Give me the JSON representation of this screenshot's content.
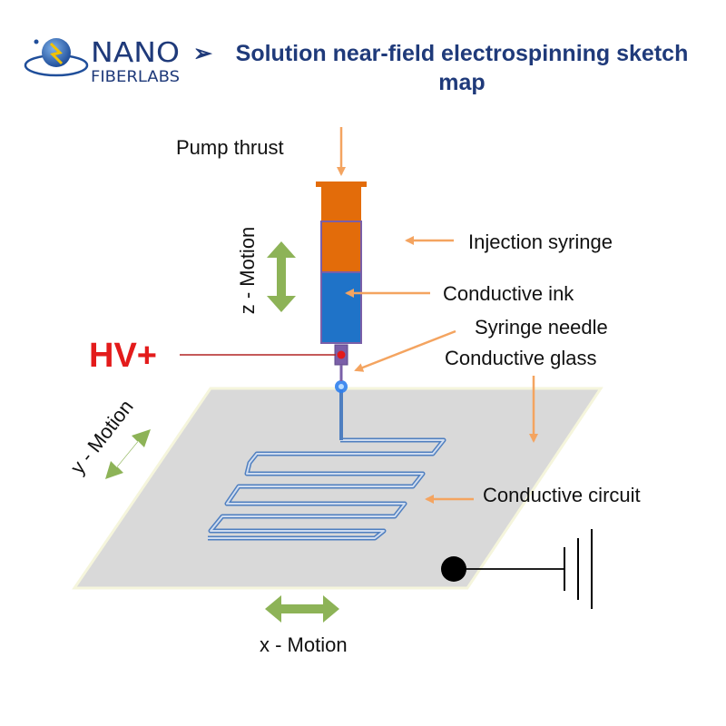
{
  "logo": {
    "line1": "NANO",
    "line2": "FIBERLABS"
  },
  "title": {
    "bullet": "➢",
    "line1": "Solution near-field electrospinning sketch",
    "line2": "map"
  },
  "labels": {
    "pump_thrust": "Pump thrust",
    "injection_syringe": "Injection syringe",
    "conductive_ink": "Conductive ink",
    "syringe_needle": "Syringe needle",
    "conductive_glass": "Conductive glass",
    "conductive_circuit": "Conductive circuit",
    "hv": "HV+",
    "z_motion": "z - Motion",
    "y_motion": "y - Motion",
    "x_motion": "x - Motion"
  },
  "colors": {
    "arrow_orange": "#f4a460",
    "motion_green": "#8db357",
    "syringe_top": "#e36c0a",
    "ink_blue": "#1f73c8",
    "circuit_blue": "#4f7fc0",
    "glass_gray": "#d9d9d9",
    "hv_red": "#e31b1b"
  }
}
